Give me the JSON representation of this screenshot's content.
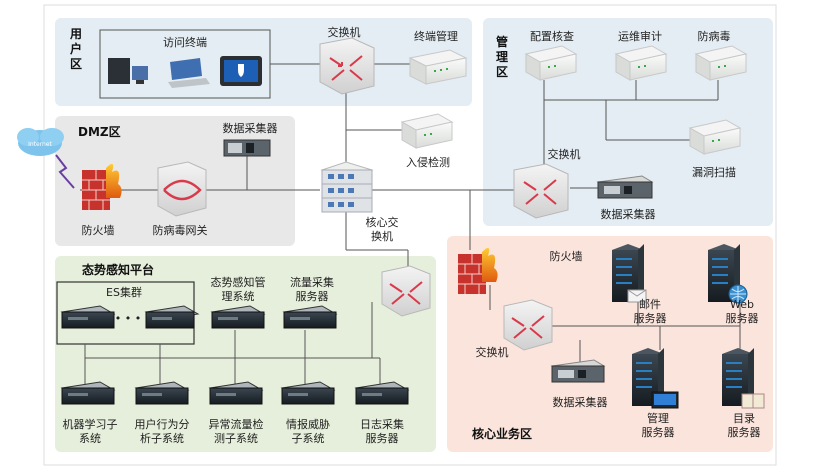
{
  "zones": {
    "user": "用\n户\n区",
    "user_terminals": "访问终端",
    "mgmt": "管\n理\n区",
    "dmz": "DMZ区",
    "situation": "态势感知平台",
    "core_biz": "核心业务区"
  },
  "labels": {
    "switch_user": "交换机",
    "terminal_mgmt": "终端管理",
    "config_check": "配置核查",
    "ops_audit": "运维审计",
    "antivirus_mgmt": "防病毒",
    "intrusion": "入侵检测",
    "switch_mgmt": "交换机",
    "vuln_scan": "漏洞扫描",
    "collector_mgmt": "数据采集器",
    "collector_dmz": "数据采集器",
    "firewall_dmz": "防火墙",
    "av_gateway": "防病毒网关",
    "core_switch": "核心交\n换机",
    "internet": "Internet",
    "es_cluster": "ES集群",
    "es_dots": "• • •",
    "situation_mgmt": "态势感知管\n理系统",
    "traffic_collect": "流量采集\n服务器",
    "ml_sub": "机器学习子\n系统",
    "ub_sub": "用户行为分\n析子系统",
    "anomaly_sub": "异常流量检\n测子系统",
    "ti_sub": "情报威胁\n子系统",
    "log_collect": "日志采集\n服务器",
    "firewall_core": "防火墙",
    "mail_server": "邮件\n服务器",
    "web_server": "Web\n服务器",
    "switch_core_biz": "交换机",
    "collector_core": "数据采集器",
    "mgmt_server": "管理\n服务器",
    "dir_server": "目录\n服务器"
  },
  "colors": {
    "zone_user_bg": "#e4edf3",
    "zone_mgmt_bg": "#e4edf3",
    "zone_dmz_bg": "#e8e8e8",
    "zone_situation_bg": "#e6efdb",
    "zone_core_bg": "#fbe4dc",
    "line": "#555555",
    "switch_arrow": "#d9394b",
    "firewall": "#c8322c",
    "server_dark": "#1f2a33",
    "appliance": "#eef0ee"
  }
}
